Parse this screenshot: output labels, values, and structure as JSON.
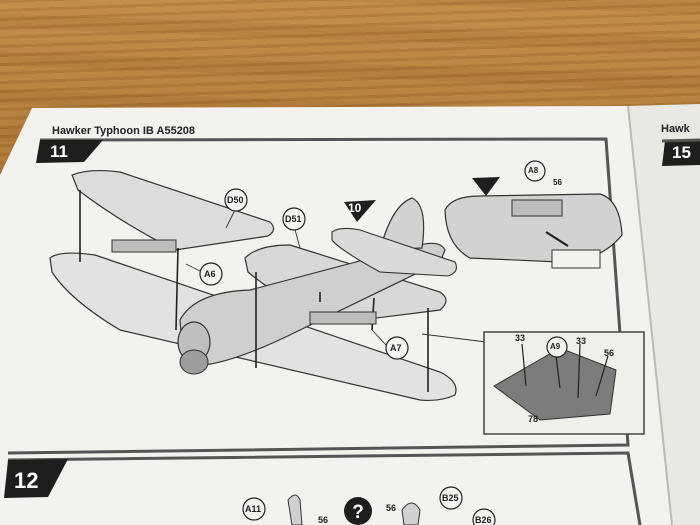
{
  "page": {
    "title": "Hawker Typhoon IB A55208",
    "title_right_fragment": "Hawk"
  },
  "steps": {
    "main": "11",
    "right": "15",
    "next": "12",
    "ref": "10"
  },
  "parts": {
    "d50": "D50",
    "d51": "D51",
    "a6": "A6",
    "a7": "A7",
    "a8": "A8",
    "a9": "A9",
    "a11": "A11",
    "b25": "B25",
    "b26": "B26"
  },
  "numbers": {
    "n56a": "56",
    "n56b": "56",
    "n56c": "56",
    "n56d": "56",
    "n33a": "33",
    "n33b": "33",
    "n78": "78"
  },
  "icons": {
    "help": "question-icon"
  },
  "colors": {
    "paper": "#f3f2ee",
    "ink": "#2a2a2a",
    "step_bg": "#1e1e1e",
    "wood": "#a9712f"
  }
}
